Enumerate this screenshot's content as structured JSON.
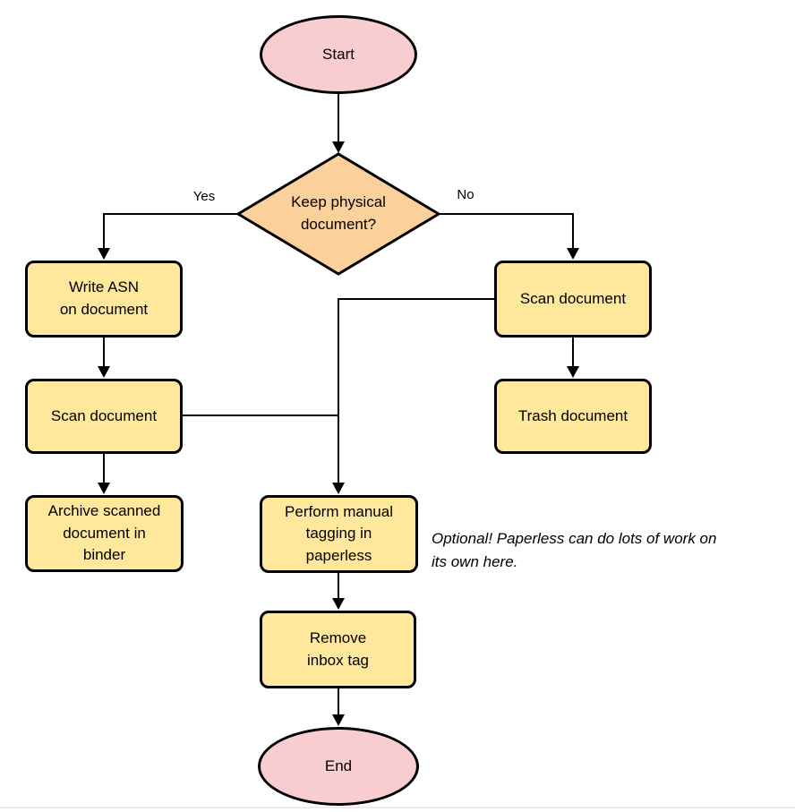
{
  "diagram": {
    "nodes": {
      "start": {
        "label": "Start",
        "type": "terminator"
      },
      "decision": {
        "label": "Keep physical\ndocument?",
        "type": "decision"
      },
      "write_asn": {
        "label": "Write ASN\non document",
        "type": "process"
      },
      "scan_left": {
        "label": "Scan document",
        "type": "process"
      },
      "archive": {
        "label": "Archive scanned\ndocument in\nbinder",
        "type": "process"
      },
      "scan_right": {
        "label": "Scan document",
        "type": "process"
      },
      "trash": {
        "label": "Trash document",
        "type": "process"
      },
      "tagging": {
        "label": "Perform manual\ntagging in\npaperless",
        "type": "process"
      },
      "remove_inbox": {
        "label": "Remove\ninbox tag",
        "type": "process"
      },
      "end": {
        "label": "End",
        "type": "terminator"
      }
    },
    "edge_labels": {
      "yes": "Yes",
      "no": "No"
    },
    "annotation": "Optional! Paperless can do lots of work on\nits own here.",
    "colors": {
      "terminator_fill": "#f8cdd0",
      "decision_fill": "#fcd09b",
      "process_fill": "#ffe79c",
      "stroke": "#000000",
      "background": "#ffffff"
    }
  }
}
